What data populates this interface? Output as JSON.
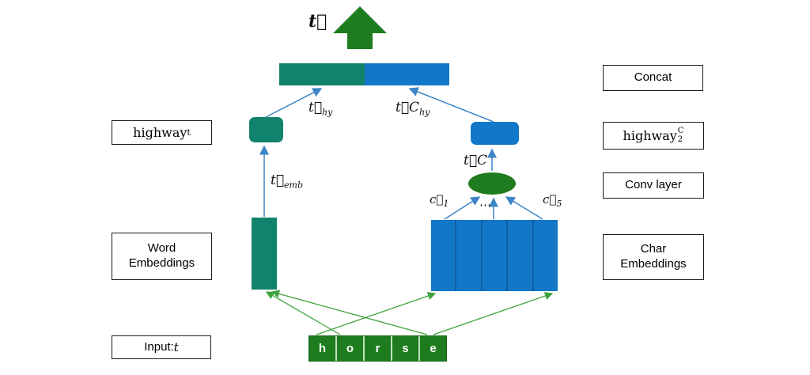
{
  "colors": {
    "teal": "#11836D",
    "blue": "#1377C8",
    "green": "#1E7C1E",
    "line_blue": "#3D85C6",
    "line_green": "#3FA33F"
  },
  "boxes": {
    "concat": "Concat",
    "conv": "Conv layer",
    "word_embeddings": "Word Embeddings",
    "char_embeddings": "Char Embeddings",
    "input_prefix": "Input: ",
    "input_var": "t",
    "highway_t_base": "highway",
    "highway_t_sup": "t",
    "highway_c_base": "highway",
    "highway_c_sup": "C",
    "highway_c_sub": "2"
  },
  "math": {
    "t_top": "t⃗",
    "t_hy_base": "t⃗",
    "t_hy_sub": "hy",
    "tc_hy_base": "t⃗C",
    "tc_hy_sub": "hy",
    "t_emb_base": "t⃗",
    "t_emb_sub": "emb",
    "tc": "t⃗C",
    "c1_base": "c⃗",
    "c1_sub": "1",
    "c5_base": "c⃗",
    "c5_sub": "5",
    "dots": "⋯"
  },
  "input_word": {
    "letters": [
      "h",
      "o",
      "r",
      "s",
      "e"
    ]
  }
}
